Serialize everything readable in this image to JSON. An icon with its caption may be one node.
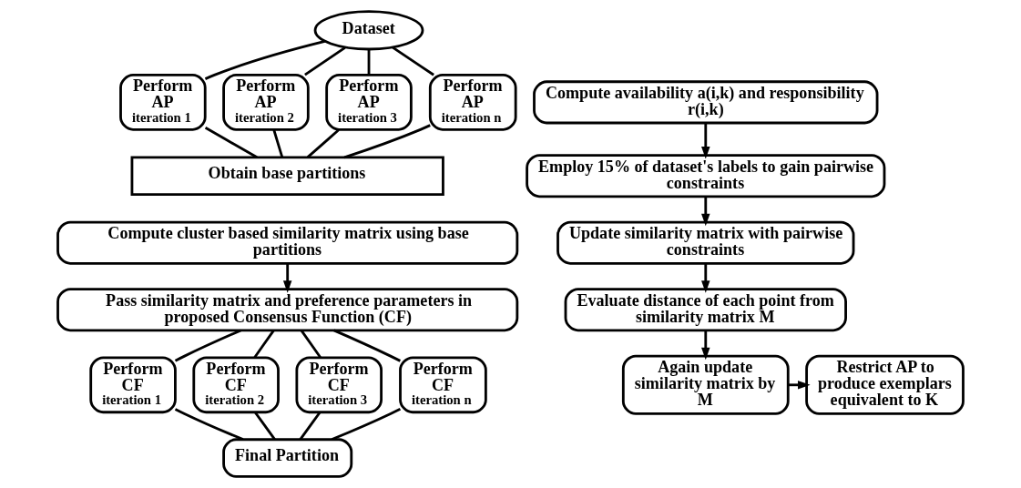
{
  "diagram": {
    "nodes": [
      {
        "text": [
          "Dataset"
        ]
      },
      {
        "text": [
          "Perform AP",
          "iteration 1"
        ]
      },
      {
        "text": [
          "Perform AP",
          "iteration 2"
        ]
      },
      {
        "text": [
          "Perform AP",
          "iteration 3"
        ]
      },
      {
        "text": [
          "Perform AP",
          "iteration n"
        ]
      },
      {
        "text": [
          "Obtain base partitions"
        ]
      },
      {
        "text": [
          "Compute cluster based similarity matrix using base partitions"
        ]
      },
      {
        "text": [
          "Pass similarity matrix and preference parameters in proposed Consensus Function (CF)"
        ]
      },
      {
        "text": [
          "Perform CF",
          "iteration 1"
        ]
      },
      {
        "text": [
          "Perform CF",
          "iteration 2"
        ]
      },
      {
        "text": [
          "Perform CF",
          "iteration 3"
        ]
      },
      {
        "text": [
          "Perform CF",
          "iteration n"
        ]
      },
      {
        "text": [
          "Final Partition"
        ]
      },
      {
        "text": [
          "Compute availability a(i,k) and responsibility r(i,k)"
        ]
      },
      {
        "text": [
          "Employ 15% of dataset's labels to gain pairwise constraints"
        ]
      },
      {
        "text": [
          "Update similarity matrix with pairwise constraints"
        ]
      },
      {
        "text": [
          "Evaluate distance of each point from similarity matrix M"
        ]
      },
      {
        "text": [
          "Again update similarity matrix by M"
        ]
      },
      {
        "text": [
          "Restrict AP to produce exemplars equivalent to K"
        ]
      }
    ],
    "edges": [
      {
        "from": 0,
        "to": 1,
        "arrow": "none"
      },
      {
        "from": 0,
        "to": 2,
        "arrow": "none"
      },
      {
        "from": 0,
        "to": 3,
        "arrow": "none"
      },
      {
        "from": 0,
        "to": 4,
        "arrow": "none"
      },
      {
        "from": 1,
        "to": 5,
        "arrow": "none"
      },
      {
        "from": 2,
        "to": 5,
        "arrow": "none"
      },
      {
        "from": 3,
        "to": 5,
        "arrow": "none"
      },
      {
        "from": 4,
        "to": 5,
        "arrow": "none"
      },
      {
        "from": 6,
        "to": 7,
        "arrow": "to"
      },
      {
        "from": 7,
        "to": 8,
        "arrow": "none"
      },
      {
        "from": 7,
        "to": 9,
        "arrow": "none"
      },
      {
        "from": 7,
        "to": 10,
        "arrow": "none"
      },
      {
        "from": 7,
        "to": 11,
        "arrow": "none"
      },
      {
        "from": 8,
        "to": 12,
        "arrow": "none"
      },
      {
        "from": 9,
        "to": 12,
        "arrow": "none"
      },
      {
        "from": 10,
        "to": 12,
        "arrow": "none"
      },
      {
        "from": 11,
        "to": 12,
        "arrow": "none"
      },
      {
        "from": 13,
        "to": 14,
        "arrow": "to"
      },
      {
        "from": 14,
        "to": 15,
        "arrow": "to"
      },
      {
        "from": 15,
        "to": 16,
        "arrow": "to"
      },
      {
        "from": 16,
        "to": 17,
        "arrow": "to"
      },
      {
        "from": 17,
        "to": 18,
        "arrow": "to"
      }
    ]
  }
}
